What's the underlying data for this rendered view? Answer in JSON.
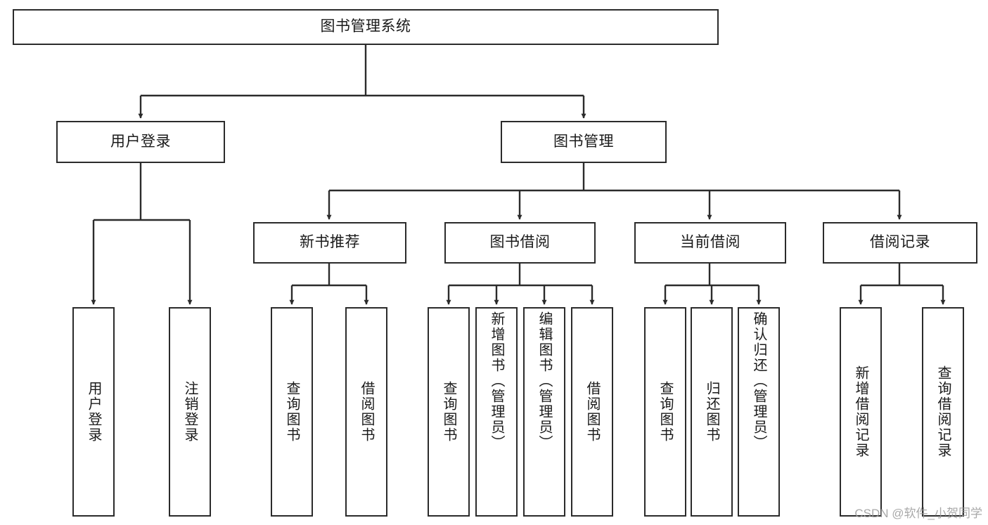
{
  "diagram": {
    "title": "图书管理系统",
    "type": "tree",
    "background_color": "#ffffff",
    "stroke_color": "#2b2b2b",
    "text_color": "#1a1a1a",
    "root": {
      "id": "root",
      "label": "图书管理系统",
      "orientation": "horizontal"
    },
    "level2": [
      {
        "id": "user-login",
        "label": "用户登录",
        "orientation": "horizontal"
      },
      {
        "id": "book-manage",
        "label": "图书管理",
        "orientation": "horizontal"
      }
    ],
    "level3": [
      {
        "id": "new-book-recommend",
        "label": "新书推荐",
        "parent": "book-manage",
        "orientation": "horizontal"
      },
      {
        "id": "book-borrow",
        "label": "图书借阅",
        "parent": "book-manage",
        "orientation": "horizontal"
      },
      {
        "id": "current-borrow",
        "label": "当前借阅",
        "parent": "book-manage",
        "orientation": "horizontal"
      },
      {
        "id": "borrow-record",
        "label": "借阅记录",
        "parent": "book-manage",
        "orientation": "horizontal"
      }
    ],
    "leaves": [
      {
        "id": "leaf-user-login",
        "label": "用户登录",
        "parent": "user-login",
        "orientation": "vertical",
        "align": "middle"
      },
      {
        "id": "leaf-logout-login",
        "label": "注销登录",
        "parent": "user-login",
        "orientation": "vertical",
        "align": "middle"
      },
      {
        "id": "leaf-query-book-1",
        "label": "查询图书",
        "parent": "new-book-recommend",
        "orientation": "vertical",
        "align": "middle"
      },
      {
        "id": "leaf-borrow-book-1",
        "label": "借阅图书",
        "parent": "new-book-recommend",
        "orientation": "vertical",
        "align": "middle"
      },
      {
        "id": "leaf-query-book-2",
        "label": "查询图书",
        "parent": "book-borrow",
        "orientation": "vertical",
        "align": "middle"
      },
      {
        "id": "leaf-add-book-admin",
        "label": "新增图书（管理员）",
        "parent": "book-borrow",
        "orientation": "vertical",
        "align": "top"
      },
      {
        "id": "leaf-edit-book-admin",
        "label": "编辑图书（管理员）",
        "parent": "book-borrow",
        "orientation": "vertical",
        "align": "top"
      },
      {
        "id": "leaf-borrow-book-2",
        "label": "借阅图书",
        "parent": "book-borrow",
        "orientation": "vertical",
        "align": "middle"
      },
      {
        "id": "leaf-query-book-3",
        "label": "查询图书",
        "parent": "current-borrow",
        "orientation": "vertical",
        "align": "middle"
      },
      {
        "id": "leaf-return-book",
        "label": "归还图书",
        "parent": "current-borrow",
        "orientation": "vertical",
        "align": "middle"
      },
      {
        "id": "leaf-confirm-return-admin",
        "label": "确认归还（管理员）",
        "parent": "current-borrow",
        "orientation": "vertical",
        "align": "top"
      },
      {
        "id": "leaf-add-borrow-record",
        "label": "新增借阅记录",
        "parent": "borrow-record",
        "orientation": "vertical",
        "align": "middle"
      },
      {
        "id": "leaf-query-borrow-record",
        "label": "查询借阅记录",
        "parent": "borrow-record",
        "orientation": "vertical",
        "align": "middle"
      }
    ]
  },
  "watermark": {
    "text": "CSDN @软件_小贺同学"
  }
}
